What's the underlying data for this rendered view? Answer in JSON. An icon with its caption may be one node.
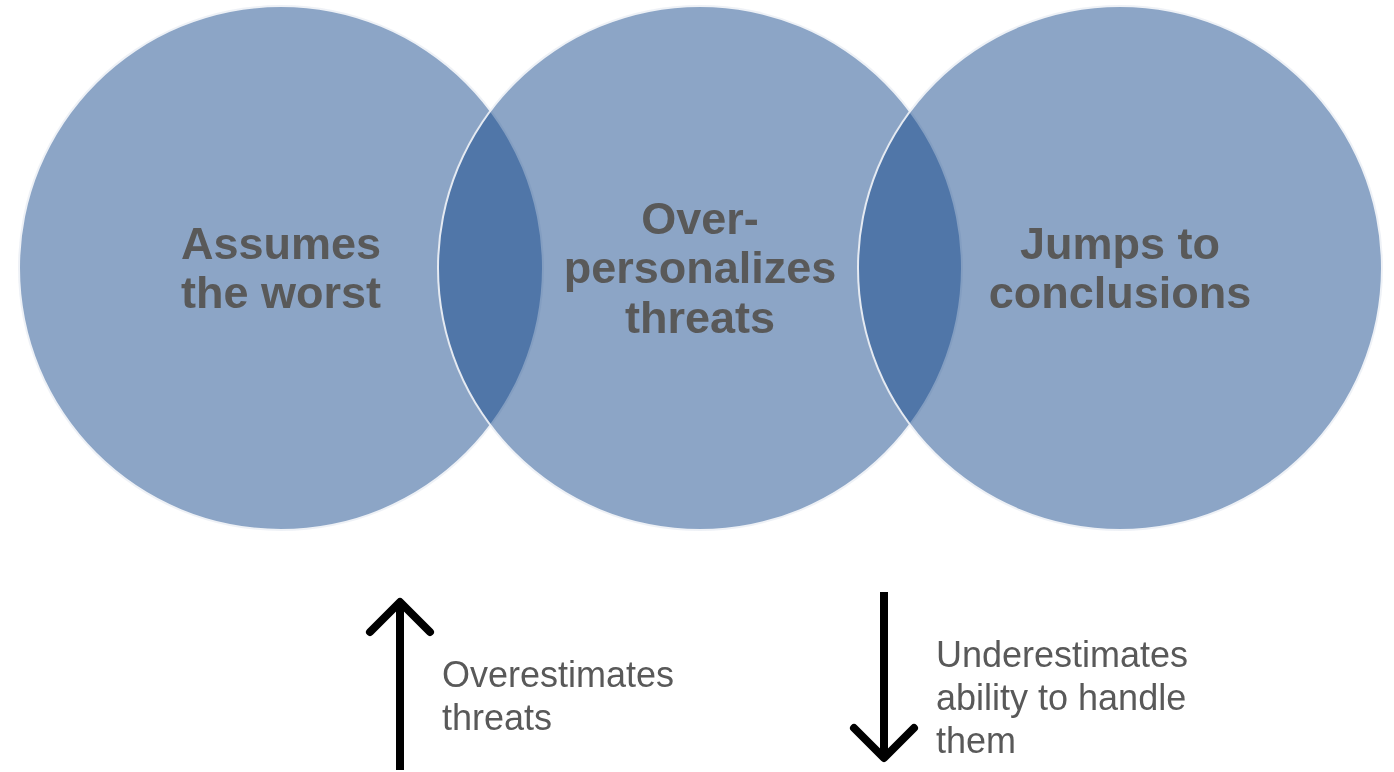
{
  "diagram": {
    "nodes": [
      {
        "text": [
          "Assumes the worst"
        ]
      },
      {
        "text": [
          "Over-personalizes threats"
        ]
      },
      {
        "text": [
          "Jumps to conclusions"
        ]
      }
    ],
    "edges": [],
    "labels": [
      "Overestimates threats",
      "Underestimates ability to handle them"
    ]
  }
}
